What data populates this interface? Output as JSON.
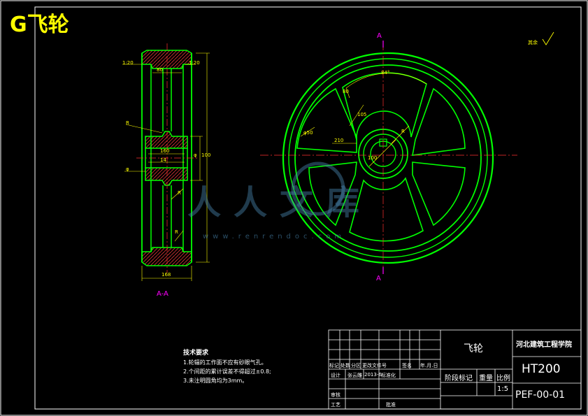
{
  "drawing_title": "G飞轮",
  "section_label": "A-A",
  "section_marks": {
    "top": "A",
    "bottom": "A"
  },
  "roughness_note": "其余",
  "dimensions": {
    "side": [
      "1:20",
      "1:20",
      "80",
      "R",
      "160",
      "14",
      "φ",
      "100",
      "φ",
      "R",
      "R",
      "168"
    ],
    "front": [
      "84°",
      "80",
      "105",
      "φ50",
      "210",
      "R",
      "100"
    ]
  },
  "tech_requirements": {
    "heading": "技术要求",
    "items": [
      "1.轮辐的工作面不应有砂眼气孔。",
      "2.个间距的累计误差不得超过±0.8;",
      "3.未注明圆角均为3mm。"
    ]
  },
  "title_block": {
    "part_name": "飞轮",
    "school": "河北建筑工程学院",
    "material": "HT200",
    "drawing_no": "PEF-00-01",
    "stage_mark": "阶段标记",
    "weight": "重量",
    "scale_label": "比例",
    "scale": "1:5",
    "header_row": [
      "标记",
      "处数",
      "分区",
      "更改文件号",
      "签名",
      "年.月.日"
    ],
    "design_label": "设计",
    "designer": "张云雕",
    "date": "2013-6",
    "standardization": "标准化",
    "review": "审核",
    "process": "工艺",
    "approve": "批准"
  },
  "watermark": {
    "text": "人人文库",
    "url": "www.renrendoc.com"
  },
  "colors": {
    "outline": "#00ff00",
    "dimension": "#ffff00",
    "centerline": "#ff3030",
    "frame": "#ffffff",
    "section": "#ff00ff"
  }
}
